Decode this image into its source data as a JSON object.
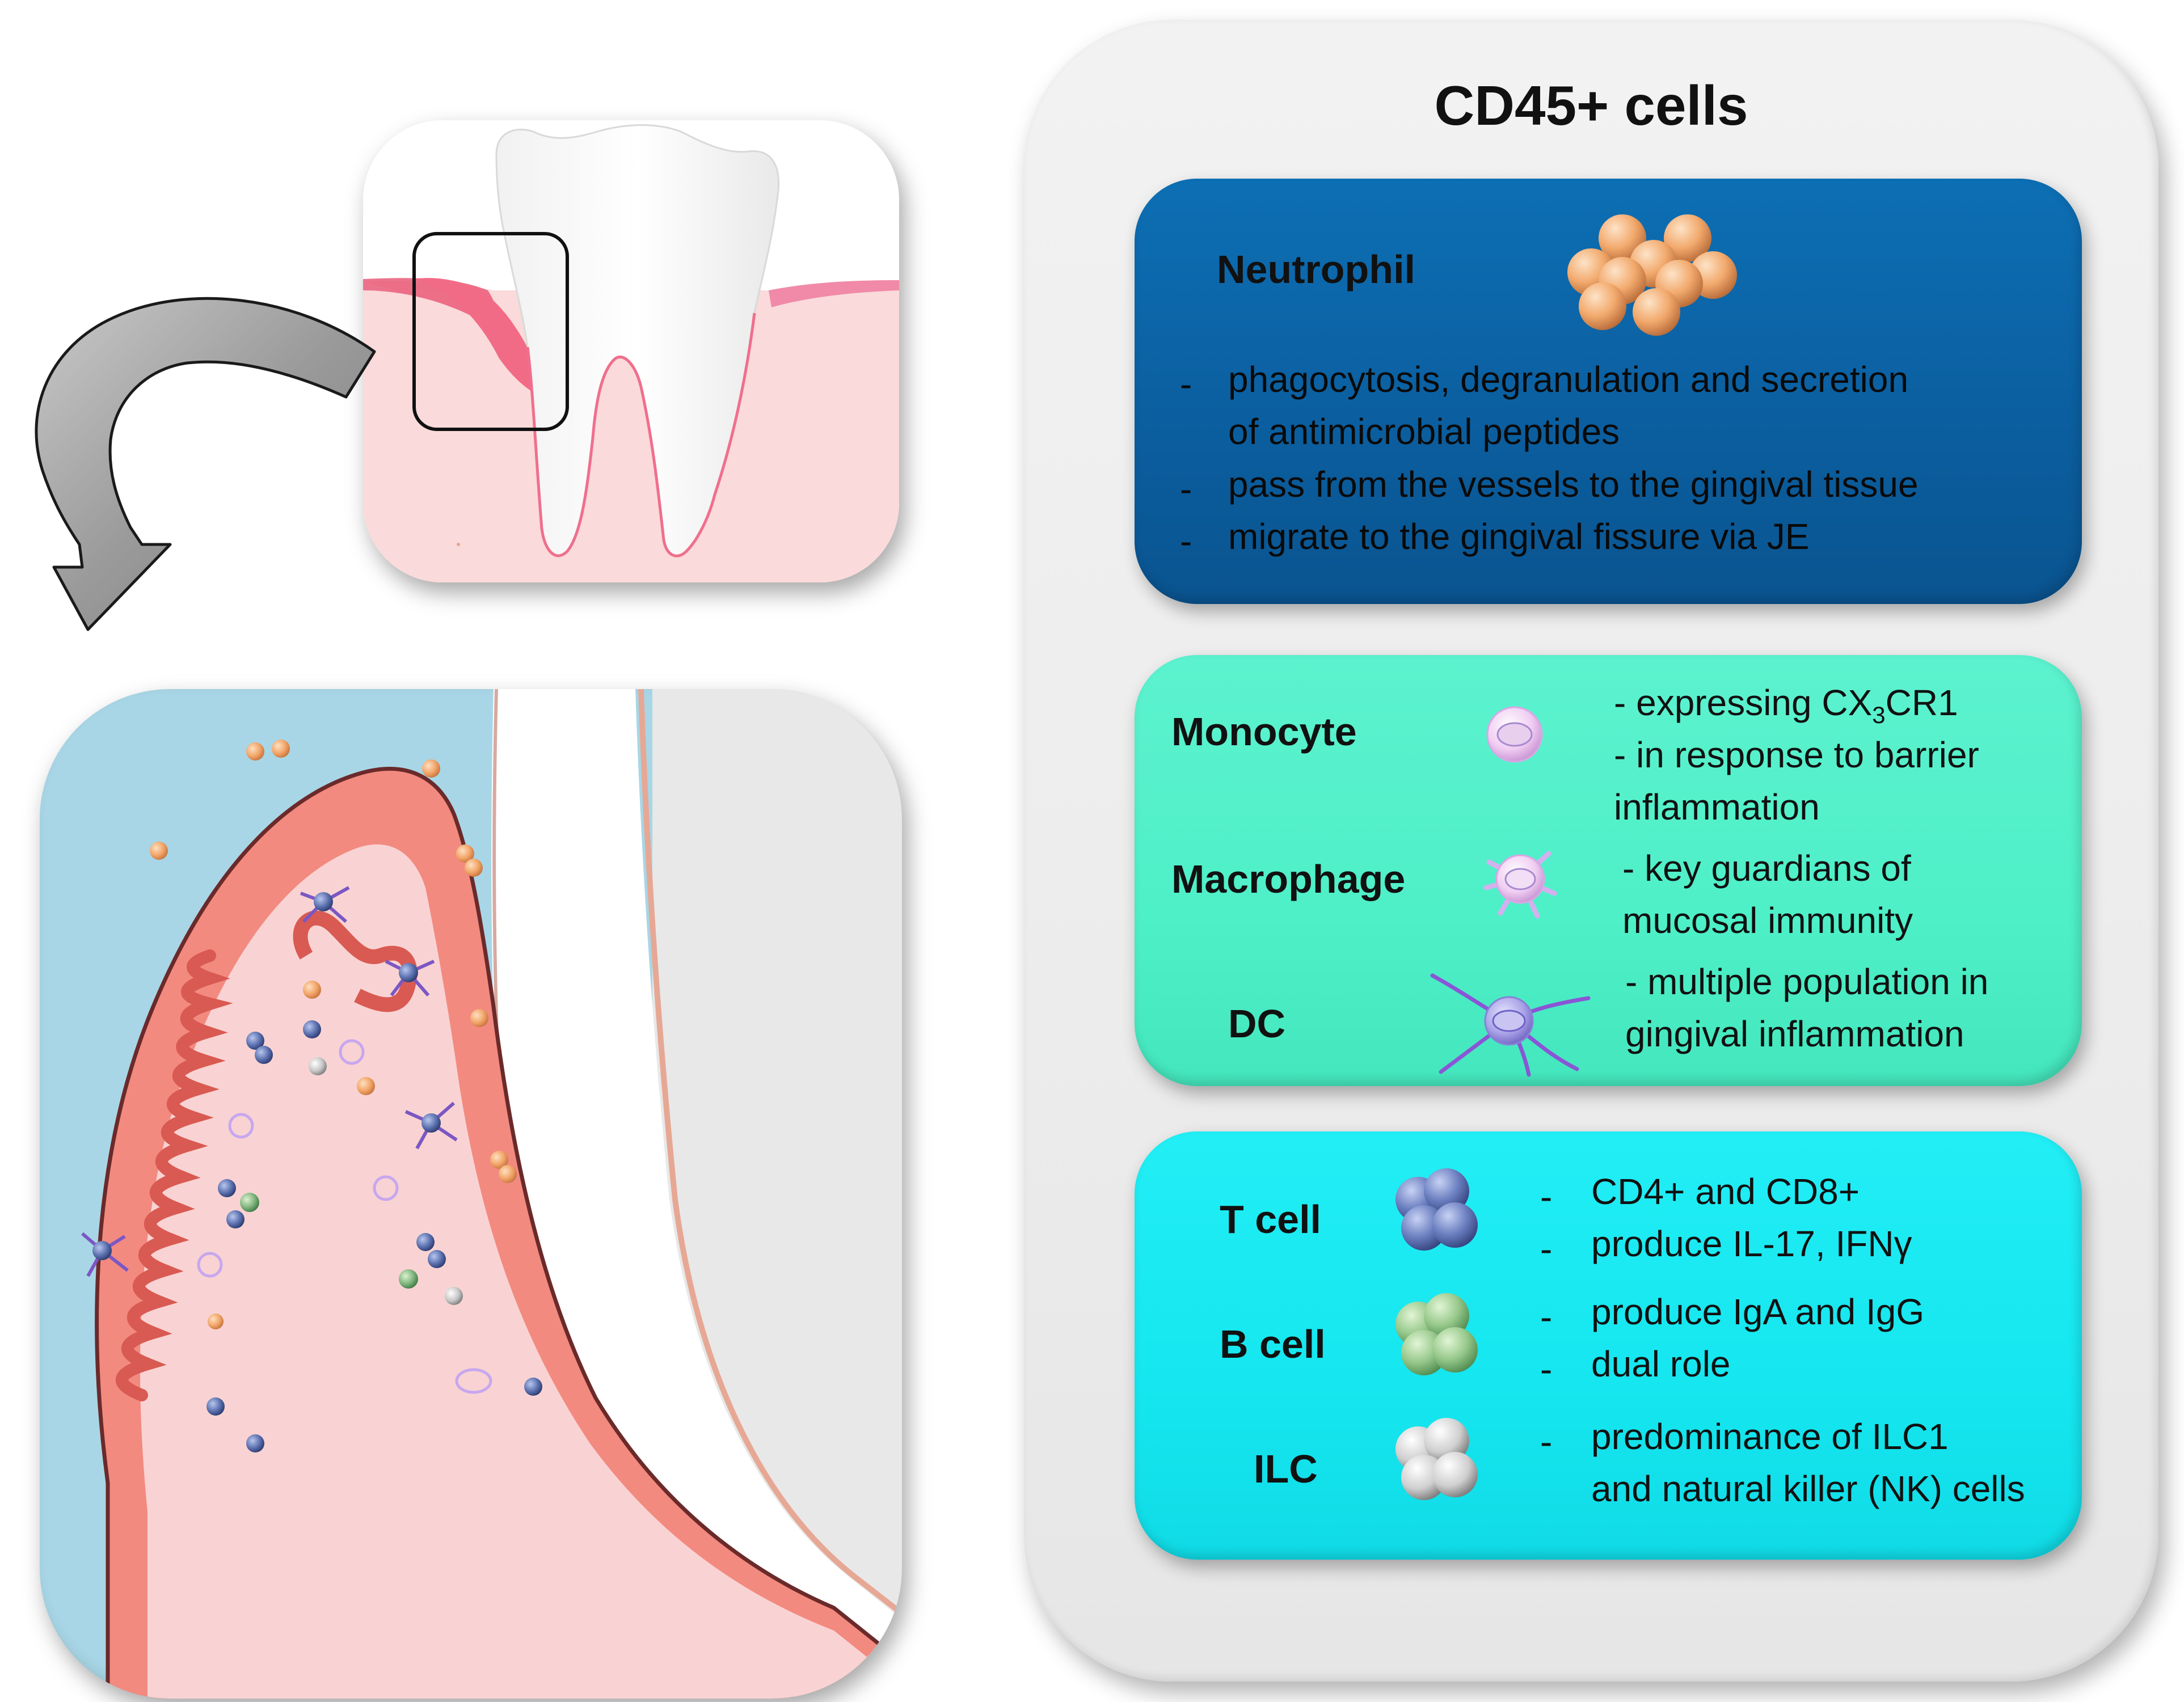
{
  "title": "CD45+ cells",
  "neutrophil": {
    "label": "Neutrophil",
    "bullets": [
      "phagocytosis, degranulation and secretion",
      "of antimicrobial peptides",
      "pass from the vessels to the gingival tissue",
      "migrate to the gingival fissure via JE"
    ],
    "color": "#0b5fa0"
  },
  "monocyte": {
    "label": "Monocyte",
    "line1_prefix": "- expressing CX",
    "line1_sub": "3",
    "line1_suffix": "CR1",
    "line2": "- in response to barrier",
    "line3": "inflammation"
  },
  "macrophage": {
    "label": "Macrophage",
    "line1": "- key guardians of",
    "line2": "mucosal immunity"
  },
  "dc": {
    "label": "DC",
    "line1": "- multiple population in",
    "line2": "gingival inflammation"
  },
  "myeloid_color": "#4ef0c8",
  "tcell": {
    "label": "T cell",
    "bullets": [
      "CD4+ and CD8+",
      "produce IL-17, IFNγ"
    ]
  },
  "bcell": {
    "label": "B cell",
    "bullets": [
      "produce IgA and IgG",
      "dual role"
    ]
  },
  "ilc": {
    "label": "ILC",
    "bullets": [
      "predominance of ILC1",
      "and natural killer (NK) cells"
    ]
  },
  "lymph_color": "#15e6ef",
  "bullet_dash": "-"
}
